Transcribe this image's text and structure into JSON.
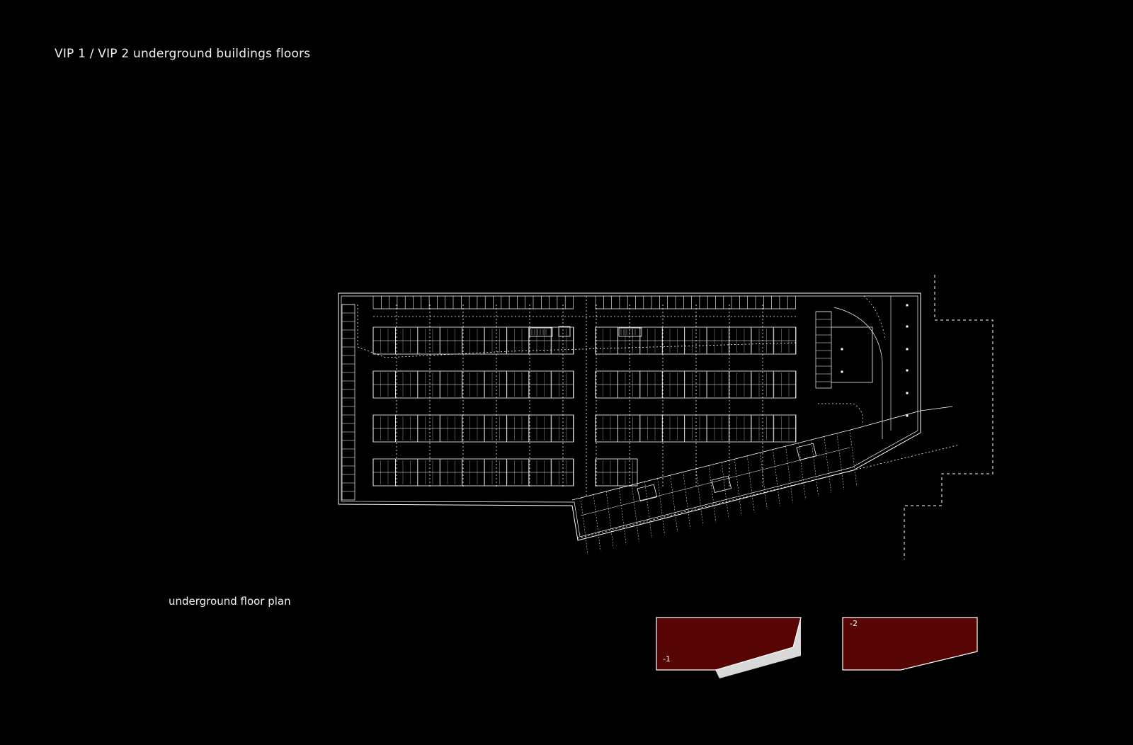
{
  "page": {
    "title": "VIP 1 / VIP 2 underground buildings floors",
    "caption": "underground floor plan"
  },
  "key_plans": [
    {
      "level": "-1",
      "fill": "#560404"
    },
    {
      "level": "-2",
      "fill": "#560404"
    }
  ],
  "colors": {
    "background": "#000000",
    "line": "#ffffff",
    "highlight": "#560404",
    "shadow": "#d9d9d9"
  }
}
